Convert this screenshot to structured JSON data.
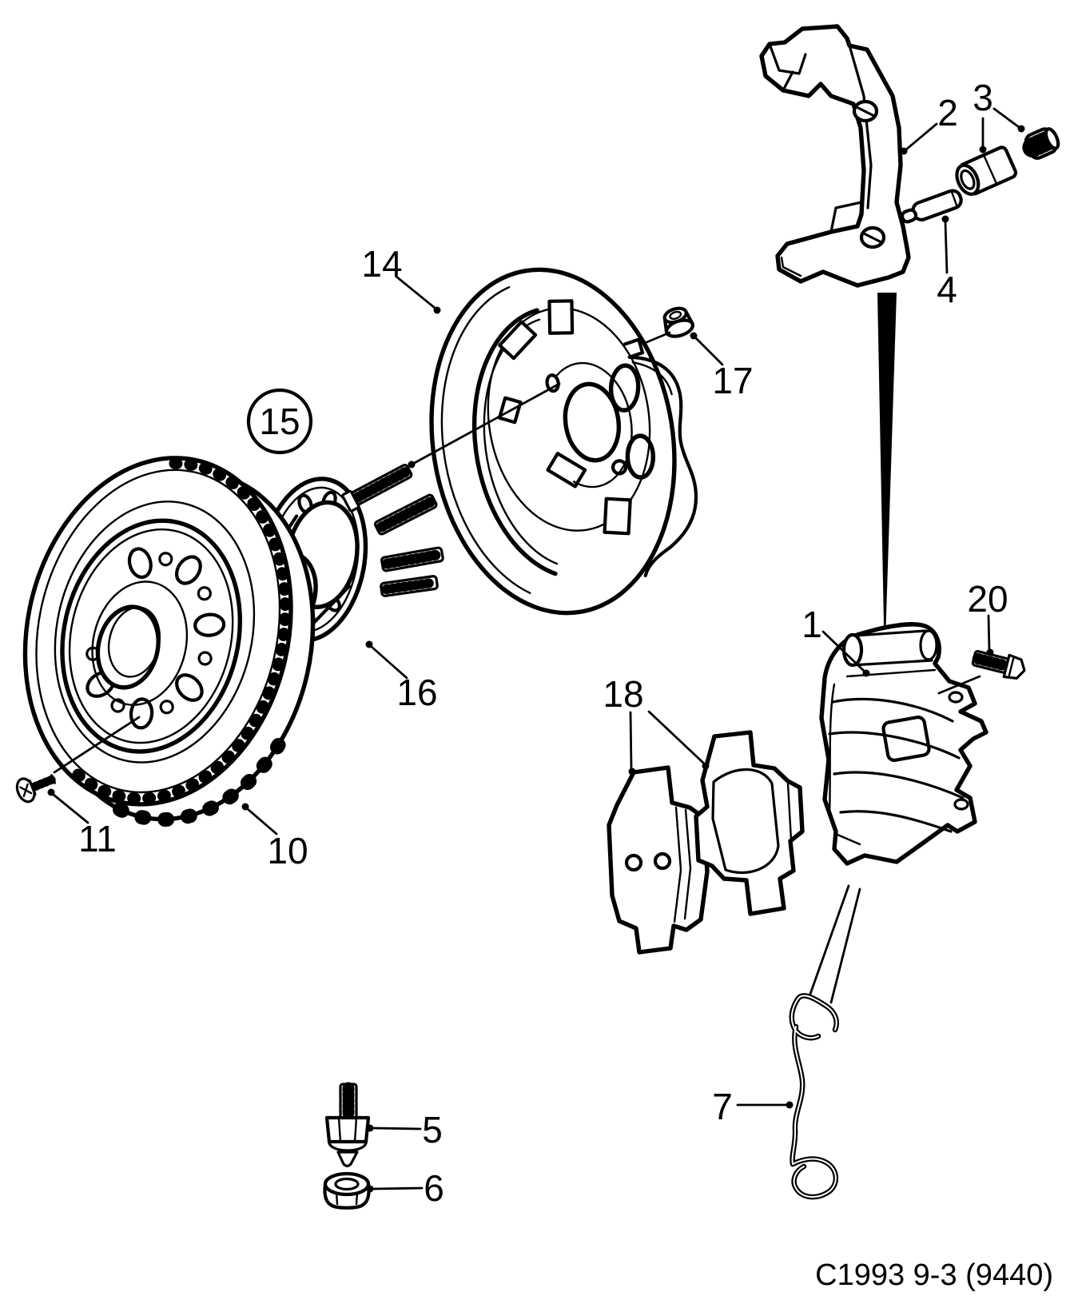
{
  "diagram": {
    "type": "exploded-parts-diagram",
    "subject": "rear disc brake assembly",
    "caption": "C1993 9-3 (9440)",
    "colors": {
      "line": "#000000",
      "background": "#ffffff"
    },
    "circled_callout": "15",
    "callouts": {
      "n1": "1",
      "n2": "2",
      "n3": "3",
      "n4": "4",
      "n5": "5",
      "n6": "6",
      "n7": "7",
      "n10": "10",
      "n11": "11",
      "n14": "14",
      "n15": "15",
      "n16": "16",
      "n17": "17",
      "n18": "18",
      "n20": "20"
    }
  }
}
